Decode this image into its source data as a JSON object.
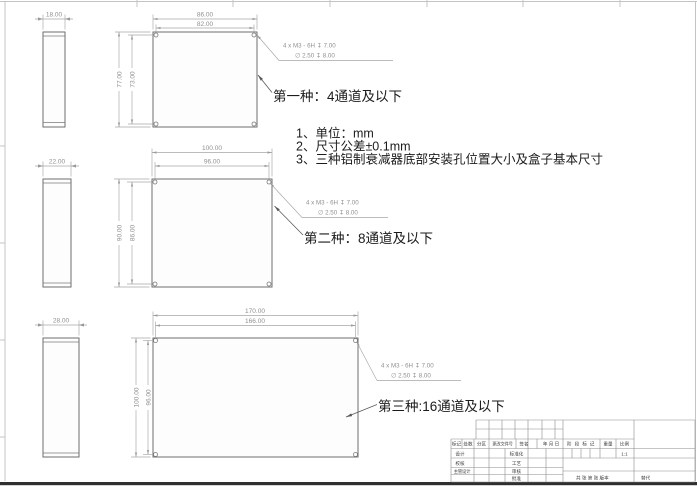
{
  "notes": {
    "line1": "1、单位：mm",
    "line2": "2、尺寸公差±0.1mm",
    "line3": "3、三种铝制衰减器底部安装孔位置大小及盒子基本尺寸"
  },
  "boxes": [
    {
      "label": "第一种：4通道及以下",
      "thickness": "18.00",
      "outer_width": "86.00",
      "hole_pitch_width": "82.00",
      "outer_height": "77.00",
      "hole_pitch_height": "73.00",
      "hole_callout_line1": "4 x  M3 - 6H ↧ 7.00",
      "hole_callout_line2": "∅ 2.50 ↧ 8.00"
    },
    {
      "label": "第二种：8通道及以下",
      "thickness": "22.00",
      "outer_width": "100.00",
      "hole_pitch_width": "96.00",
      "outer_height": "90.00",
      "hole_pitch_height": "86.00",
      "hole_callout_line1": "4 x  M3 - 6H ↧ 7.00",
      "hole_callout_line2": "∅ 2.50 ↧ 8.00"
    },
    {
      "label": "第三种:16通道及以下",
      "thickness": "28.00",
      "outer_width": "170.00",
      "hole_pitch_width": "166.00",
      "outer_height": "100.00",
      "hole_pitch_height": "96.00",
      "hole_callout_line1": "4 x  M3 - 6H ↧ 7.00",
      "hole_callout_line2": "∅ 2.50 ↧ 8.00"
    }
  ],
  "title_block": {
    "rev_cols": [
      "标记",
      "处数",
      "分区",
      "更改文件号",
      "签名",
      "年 月 日"
    ],
    "row_design": "设计",
    "row_check": "校核",
    "row_chief": "主管设计",
    "col_standard": "标准化",
    "col_process": "工艺",
    "col_audit": "审核",
    "col_approve": "批准",
    "stage_mark": "阶段标记",
    "weight": "重量",
    "scale_label": "比例",
    "scale_value": "1:1",
    "sheet_info": "共 张 第 张 版本",
    "replace_label": "替代"
  }
}
